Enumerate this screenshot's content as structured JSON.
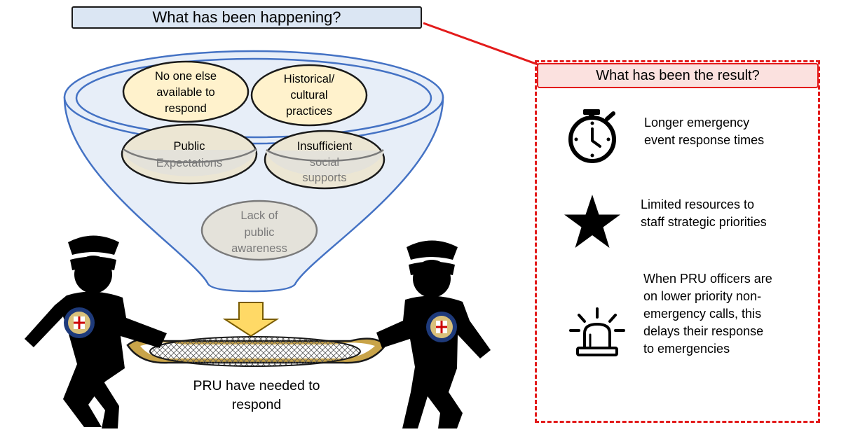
{
  "header": {
    "title": "What has been happening?"
  },
  "funnel": {
    "causes": [
      {
        "lines": [
          "No one else",
          "available to",
          "respond"
        ]
      },
      {
        "lines": [
          "Historical/",
          "cultural",
          "practices"
        ]
      },
      {
        "lines": [
          "Public",
          "Expectations"
        ]
      },
      {
        "lines": [
          "Insufficient",
          "social",
          "supports"
        ]
      },
      {
        "lines": [
          "Lack of",
          "public",
          "awareness"
        ]
      }
    ],
    "outcome": {
      "line1": "PRU have needed to",
      "line2": "respond"
    }
  },
  "result": {
    "title": "What has been the result?",
    "items": [
      {
        "icon": "stopwatch-icon",
        "text": "Longer emergency\nevent response times"
      },
      {
        "icon": "star-icon",
        "text": "Limited resources to\nstaff strategic priorities"
      },
      {
        "icon": "siren-icon",
        "text": "When PRU officers are\non lower priority non-\nemergency calls, this\ndelays their response\nto emergencies"
      }
    ]
  },
  "colors": {
    "funnel_outline": "#4472c4",
    "funnel_fill": "#e7eef8",
    "cause_fill": "#fff2cc",
    "arrow_fill": "#ffd966",
    "result_accent": "#e31b1b",
    "header_fill": "#dbe6f3"
  }
}
